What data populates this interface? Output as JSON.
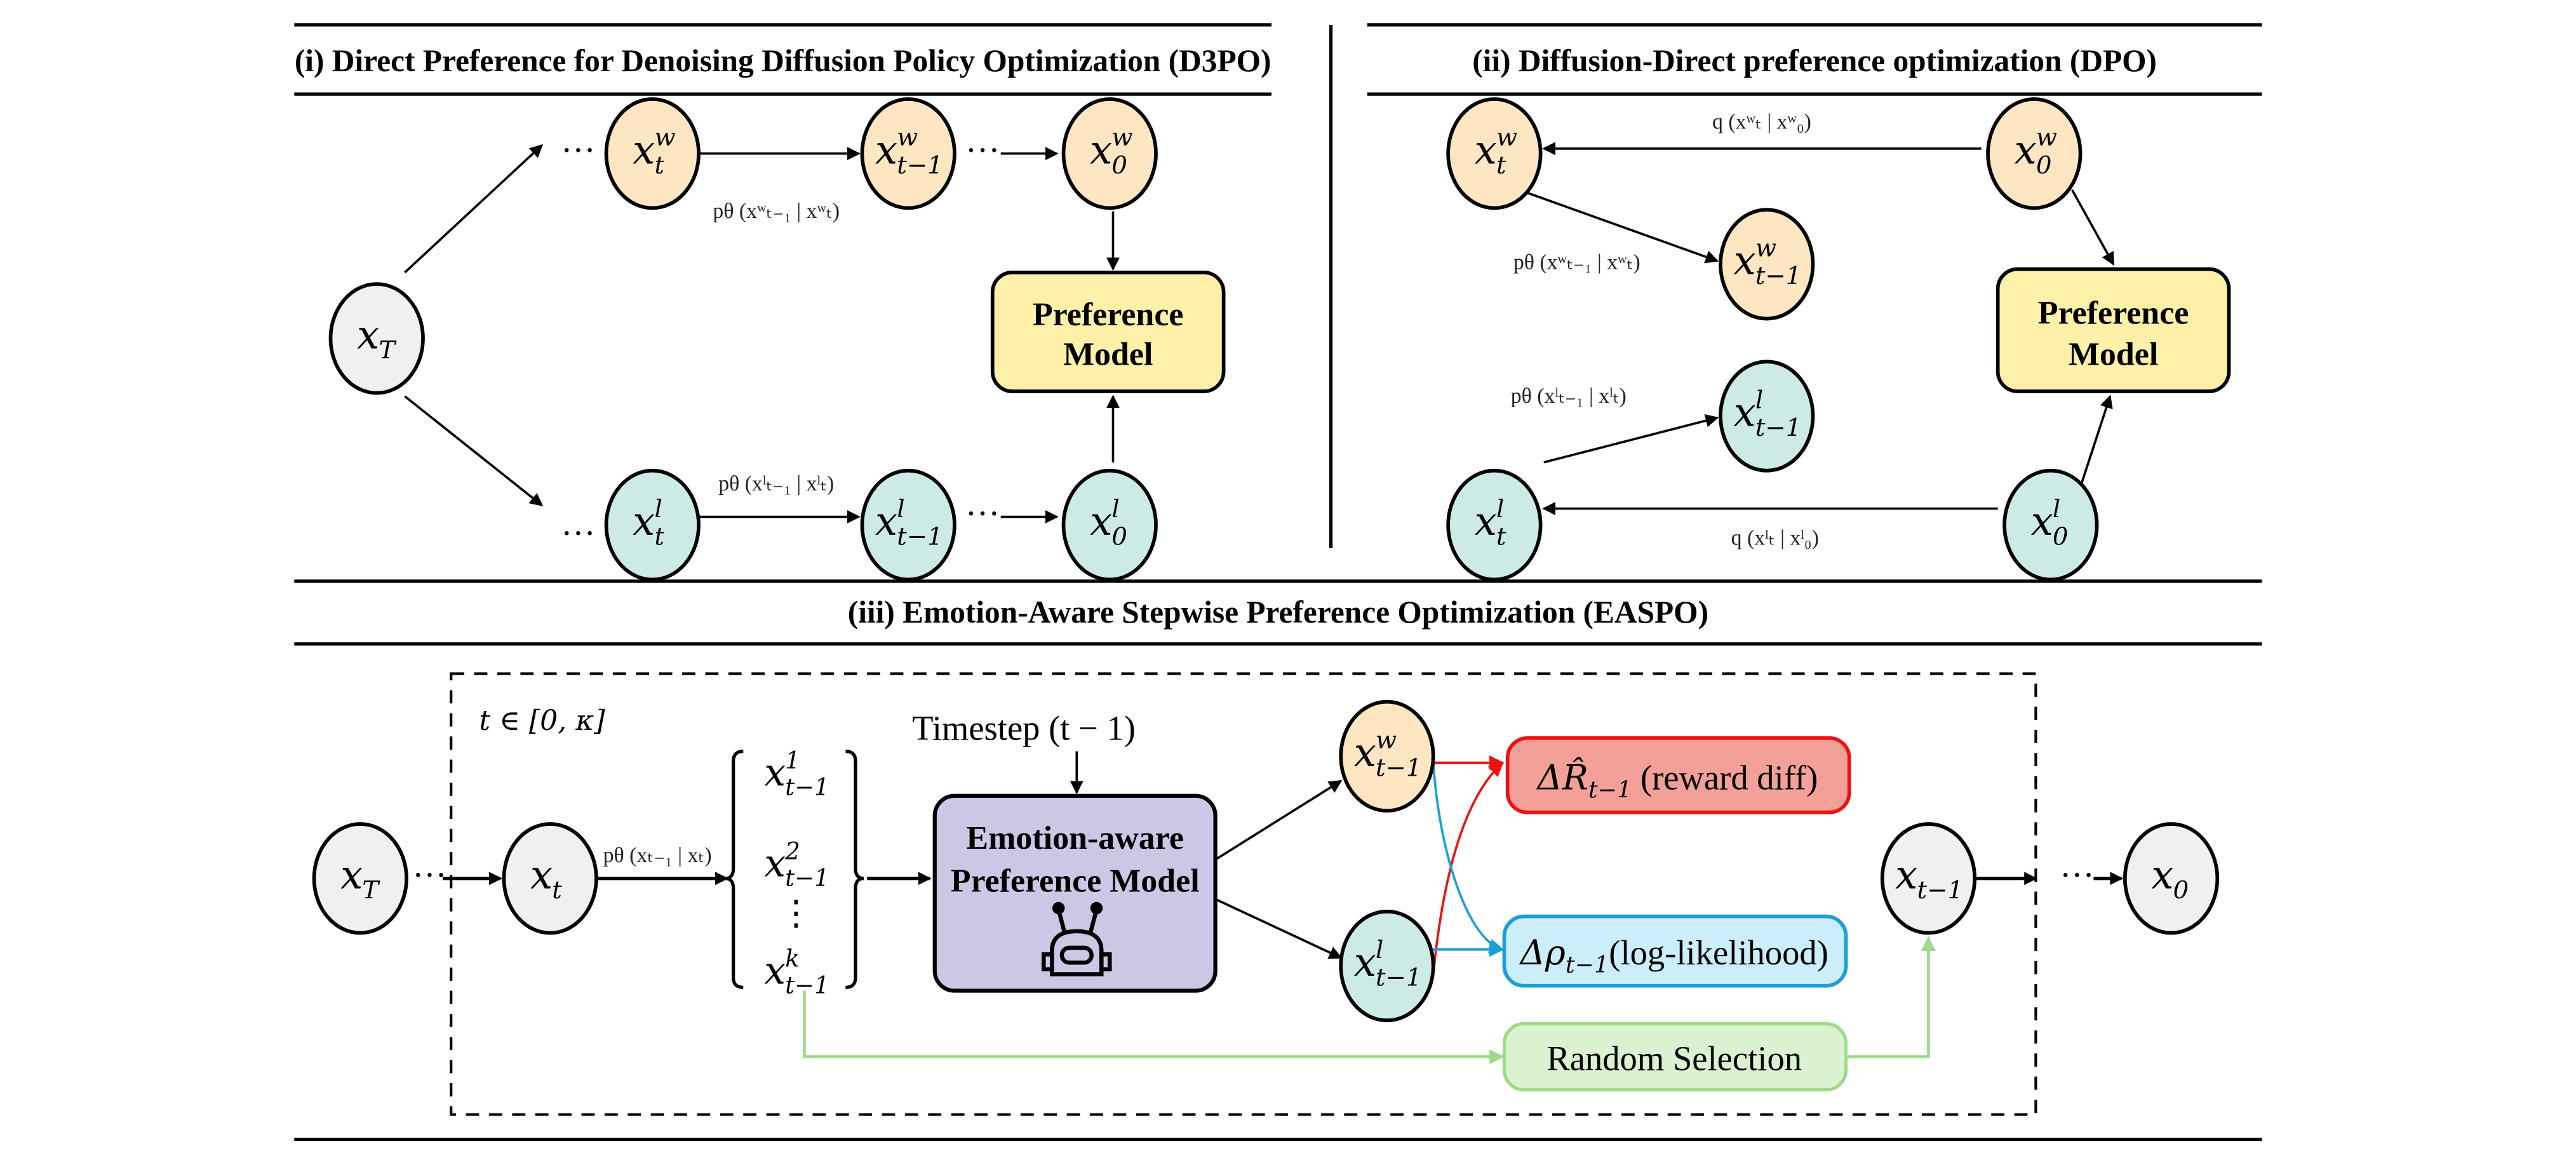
{
  "colors": {
    "winner": "#fde6c1",
    "loser": "#cdebe6",
    "neutral": "#f0f0f0",
    "preference": "#fdf0a8",
    "emotion": "#cdc7e5",
    "reward_fill": "#f2a098",
    "reward_border": "#ee1111",
    "loglik_fill": "#cceefa",
    "loglik_border": "#1a9fd6",
    "random_fill": "#daf2d0",
    "random_border": "#9fd98a"
  },
  "panel1": {
    "title": "(i) Direct Preference for Denoising Diffusion Policy Optimization (D3PO)",
    "nodes": {
      "xT": {
        "base": "x",
        "sub": "T",
        "sup": ""
      },
      "xtw": {
        "base": "x",
        "sub": "t",
        "sup": "w"
      },
      "xt1w": {
        "base": "x",
        "sub": "t−1",
        "sup": "w"
      },
      "x0w": {
        "base": "x",
        "sub": "0",
        "sup": "w"
      },
      "xtl": {
        "base": "x",
        "sub": "t",
        "sup": "l"
      },
      "xt1l": {
        "base": "x",
        "sub": "t−1",
        "sup": "l"
      },
      "x0l": {
        "base": "x",
        "sub": "0",
        "sup": "l"
      }
    },
    "edge_labels": {
      "w": "pθ (xʷₜ₋₁ | xʷₜ)",
      "l": "pθ (xˡₜ₋₁ | xˡₜ)"
    },
    "ellipsis": "···",
    "preference_model": [
      "Preference",
      "Model"
    ]
  },
  "panel2": {
    "title": "(ii) Diffusion-Direct preference optimization (DPO)",
    "nodes": {
      "xtw": {
        "base": "x",
        "sub": "t",
        "sup": "w"
      },
      "x0w": {
        "base": "x",
        "sub": "0",
        "sup": "w"
      },
      "xt1w": {
        "base": "x",
        "sub": "t−1",
        "sup": "w"
      },
      "xt1l": {
        "base": "x",
        "sub": "t−1",
        "sup": "l"
      },
      "xtl": {
        "base": "x",
        "sub": "t",
        "sup": "l"
      },
      "x0l": {
        "base": "x",
        "sub": "0",
        "sup": "l"
      }
    },
    "edge_labels": {
      "qw": "q (xʷₜ | xʷ₀)",
      "pw": "pθ (xʷₜ₋₁ | xʷₜ)",
      "pl": "pθ (xˡₜ₋₁ | xˡₜ)",
      "ql": "q (xˡₜ | xˡ₀)"
    },
    "preference_model": [
      "Preference",
      "Model"
    ]
  },
  "panel3": {
    "title": "(iii) Emotion-Aware Stepwise Preference Optimization (EASPO)",
    "range": "t ∈ [0, κ]",
    "timestep": "Timestep (t − 1)",
    "transition": "pθ (xₜ₋₁ | xₜ)",
    "nodes": {
      "xT": {
        "base": "x",
        "sub": "T",
        "sup": ""
      },
      "xt": {
        "base": "x",
        "sub": "t",
        "sup": ""
      },
      "xt1w": {
        "base": "x",
        "sub": "t−1",
        "sup": "w"
      },
      "xt1l": {
        "base": "x",
        "sub": "t−1",
        "sup": "l"
      },
      "xt1": {
        "base": "x",
        "sub": "t−1",
        "sup": ""
      },
      "x0": {
        "base": "x",
        "sub": "0",
        "sup": ""
      }
    },
    "candidates": [
      {
        "base": "x",
        "sub": "t−1",
        "sup": "1"
      },
      {
        "base": "x",
        "sub": "t−1",
        "sup": "2"
      },
      {
        "base": "x",
        "sub": "t−1",
        "sup": "k"
      }
    ],
    "vdots": "⋮",
    "ellipsis": "···",
    "emotion_model": [
      "Emotion-aware",
      "Preference Model"
    ],
    "robot_icon": "robot-icon",
    "reward": {
      "delta": "ΔR̂",
      "sub": "t−1",
      "text": " (reward diff)"
    },
    "loglik": {
      "delta": "Δρ",
      "sub": "t−1",
      "text": "(log-likelihood)"
    },
    "random_selection": "Random Selection"
  }
}
